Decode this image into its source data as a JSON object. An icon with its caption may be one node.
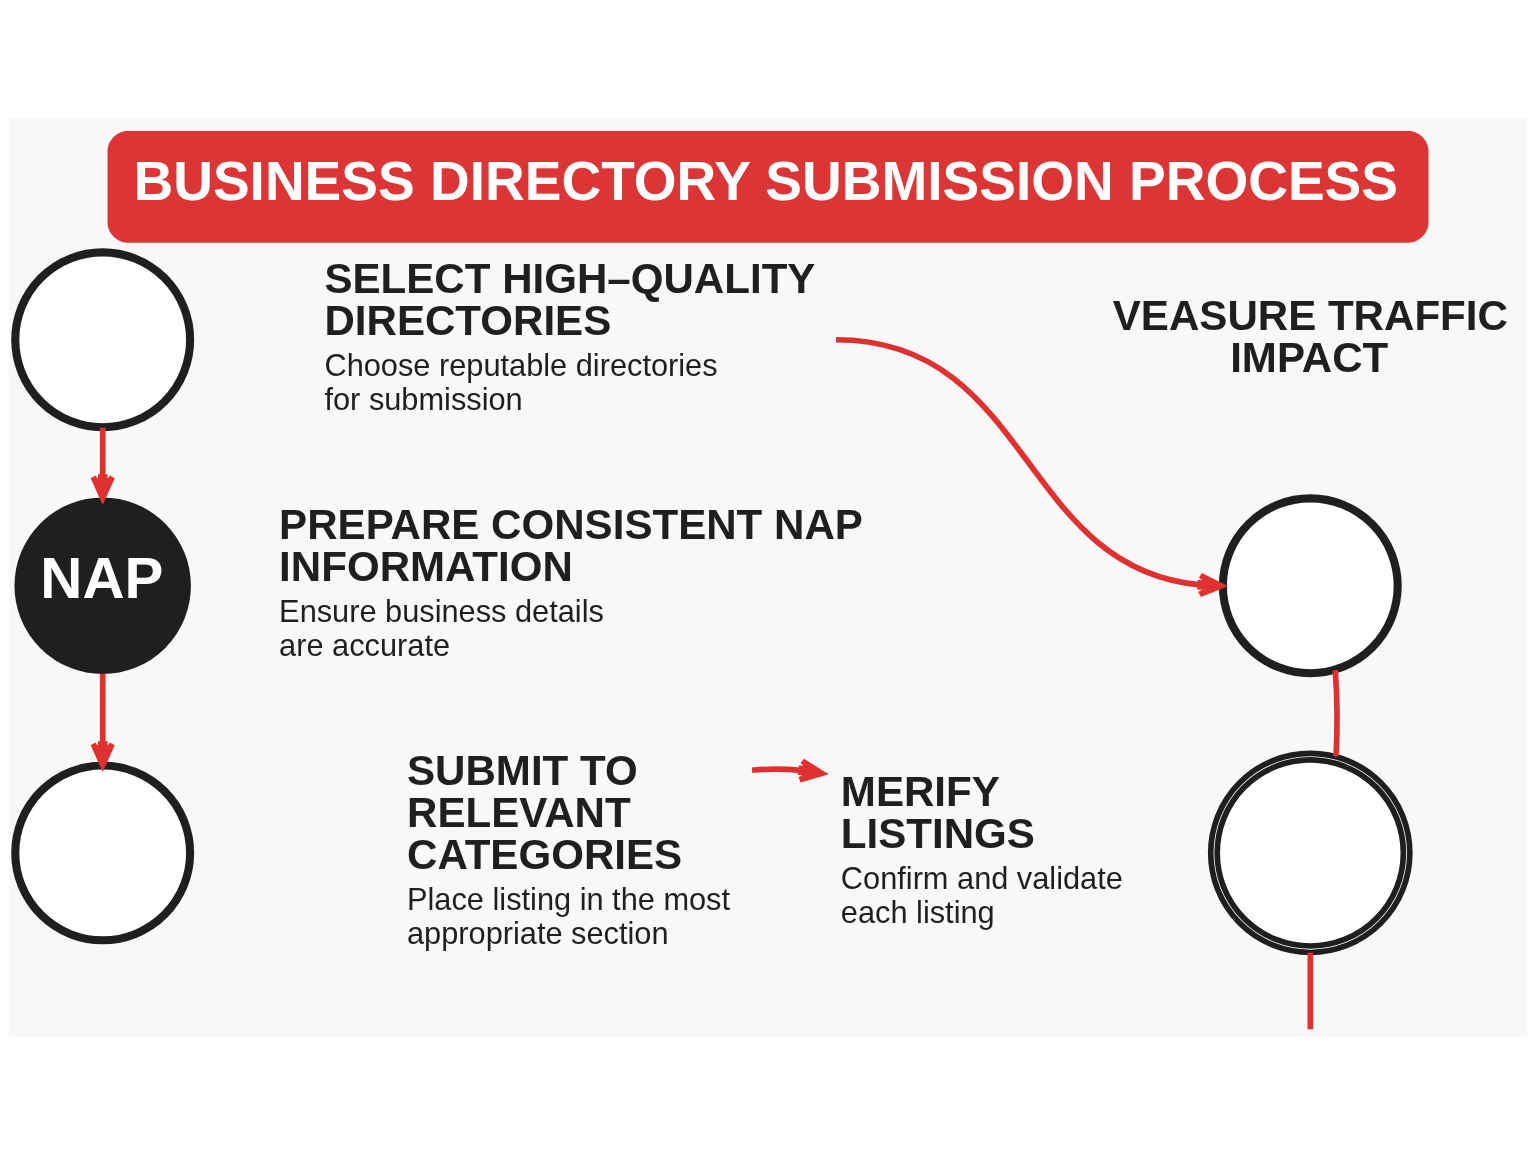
{
  "diagram": {
    "title": "BUSINESS DIRECTORY SUBMISSION PROCESS",
    "nodes": [
      {
        "text": [],
        "shape": "circle"
      },
      {
        "text": [
          "SELECT HIGH–QUALITY DIRECTORIES",
          "Choose reputable directories for submission"
        ]
      },
      {
        "text": [],
        "shape": "circle",
        "beside": [
          "VEASURE TRAFFIC IMPACT"
        ]
      },
      {
        "text": [
          "NAP"
        ]
      },
      {
        "text": [
          "PREPARE CONSISTENT NAP INFORMATION",
          "Ensure business details are accurate"
        ]
      },
      {
        "text": [],
        "shape": "circle"
      },
      {
        "text": [
          "SUBMIT TO RELEVANT CATEGORIES",
          "Place listing in the most appropriate section"
        ]
      },
      {
        "text": [
          "MERIFY LISTINGS",
          "Confirm and validate each listing"
        ]
      },
      {
        "text": [],
        "shape": "circle"
      }
    ],
    "edges": [
      {
        "from": 0,
        "to": 3,
        "arrow": "to"
      },
      {
        "from": 3,
        "to": 5,
        "arrow": "to"
      },
      {
        "from": 1,
        "to": 2,
        "arrow": "to"
      },
      {
        "from": 2,
        "to": 8,
        "arrow": "none"
      },
      {
        "from": 6,
        "to": 7,
        "arrow": "to"
      },
      {
        "from": 8,
        "to": null,
        "arrow": "none"
      }
    ]
  }
}
